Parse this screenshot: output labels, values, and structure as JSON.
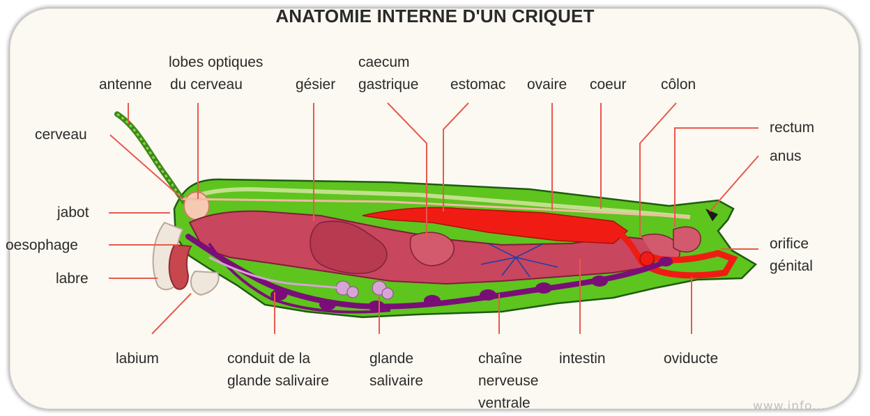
{
  "title": "ANATOMIE INTERNE D'UN CRIQUET",
  "labels": {
    "antenne": "antenne",
    "lobes_l1": "lobes optiques",
    "lobes_l2": "du cerveau",
    "gesier": "gésier",
    "caecum_l1": "caecum",
    "caecum_l2": "gastrique",
    "estomac": "estomac",
    "ovaire": "ovaire",
    "coeur": "coeur",
    "colon": "côlon",
    "cerveau": "cerveau",
    "rectum": "rectum",
    "anus": "anus",
    "jabot": "jabot",
    "oesophage": "oesophage",
    "orifice_l1": "orifice",
    "orifice_l2": "génital",
    "labre": "labre",
    "labium": "labium",
    "conduit_l1": "conduit de la",
    "conduit_l2": "glande salivaire",
    "glande_l1": "glande",
    "glande_l2": "salivaire",
    "chaine_l1": "chaîne",
    "chaine_l2": "nerveuse",
    "chaine_l3": "ventrale",
    "intestin": "intestin",
    "oviducte": "oviducte"
  },
  "watermark": "www.info...",
  "colors": {
    "leader_line": "#e8584e",
    "body_fill": "#5ec41e",
    "body_outline": "#1e5a10",
    "gut": "#c8465e",
    "organ_red": "#f01c14",
    "nerve_purple": "#7a0e78"
  }
}
